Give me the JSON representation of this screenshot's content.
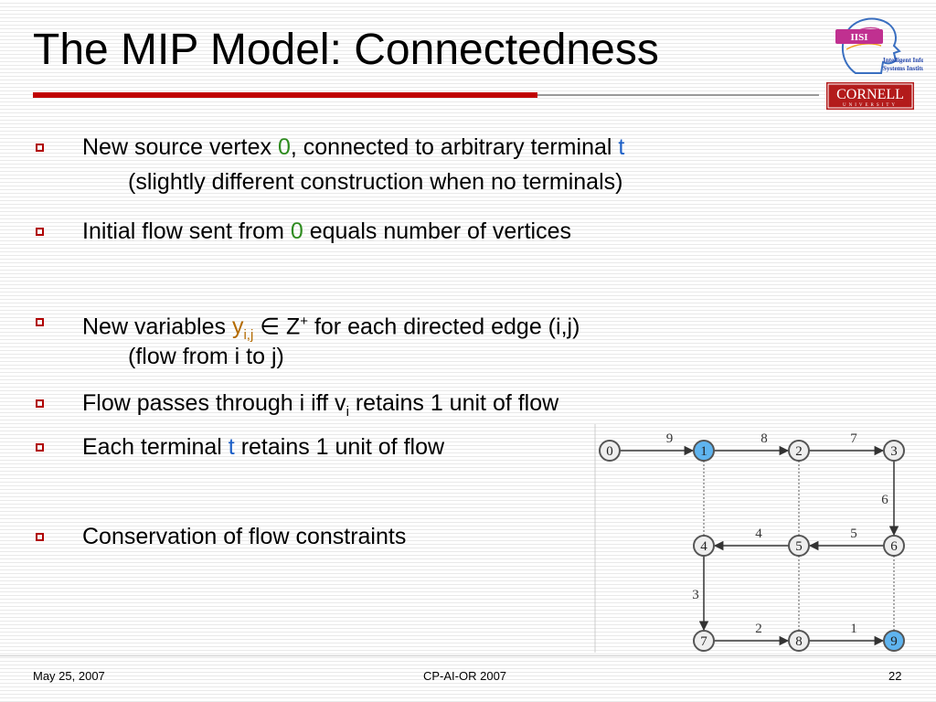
{
  "slide": {
    "title": "The MIP Model: Connectedness",
    "colors": {
      "accent": "#c00000",
      "highlight_green": "#2e8b1f",
      "highlight_orange": "#b36a00",
      "highlight_blue": "#1c5fc7",
      "node_highlight": "#5fb4ef"
    }
  },
  "logos": {
    "iisi_name": "Intelligent Information Systems Institute",
    "iisi_line1": "Intelligent Information",
    "iisi_line2": "Systems Institute",
    "iisi_mark": "IISI",
    "cornell_name": "CORNELL",
    "cornell_sub": "UNIVERSITY"
  },
  "bullets": {
    "b1": {
      "pre": "New source vertex ",
      "v0": "0",
      "mid": ", connected to arbitrary terminal ",
      "t": "t",
      "sub": "(slightly different construction when no terminals)"
    },
    "b2": {
      "pre": "Initial flow sent from ",
      "v0": "0",
      "post": " equals number of vertices"
    },
    "b3": {
      "pre": "New variables ",
      "y": "y",
      "yidx": "i,j",
      "in": " ∈ ",
      "z": "Z",
      "zsup": "+",
      "post": " for each directed edge (i,j)",
      "sub": "(flow from i to j)"
    },
    "b4": {
      "pre": "Flow passes through i    iff    v",
      "vidx": "i",
      "post": " retains 1 unit of flow"
    },
    "b5": {
      "pre": "Each terminal ",
      "t": "t",
      "post": " retains 1 unit of flow"
    },
    "b6": {
      "text": "Conservation of flow   constraints"
    }
  },
  "graph": {
    "nodes": [
      "0",
      "1",
      "2",
      "3",
      "4",
      "5",
      "6",
      "7",
      "8",
      "9"
    ],
    "highlighted_nodes": [
      "1",
      "9"
    ],
    "edges": [
      {
        "from": "0",
        "to": "1",
        "label": "9"
      },
      {
        "from": "1",
        "to": "2",
        "label": "8"
      },
      {
        "from": "2",
        "to": "3",
        "label": "7"
      },
      {
        "from": "3",
        "to": "6",
        "label": "6"
      },
      {
        "from": "6",
        "to": "5",
        "label": "5"
      },
      {
        "from": "5",
        "to": "4",
        "label": "4"
      },
      {
        "from": "4",
        "to": "7",
        "label": "3"
      },
      {
        "from": "7",
        "to": "8",
        "label": "2"
      },
      {
        "from": "8",
        "to": "9",
        "label": "1"
      }
    ]
  },
  "footer": {
    "date": "May 25, 2007",
    "event": "CP-AI-OR 2007",
    "page": "22"
  }
}
